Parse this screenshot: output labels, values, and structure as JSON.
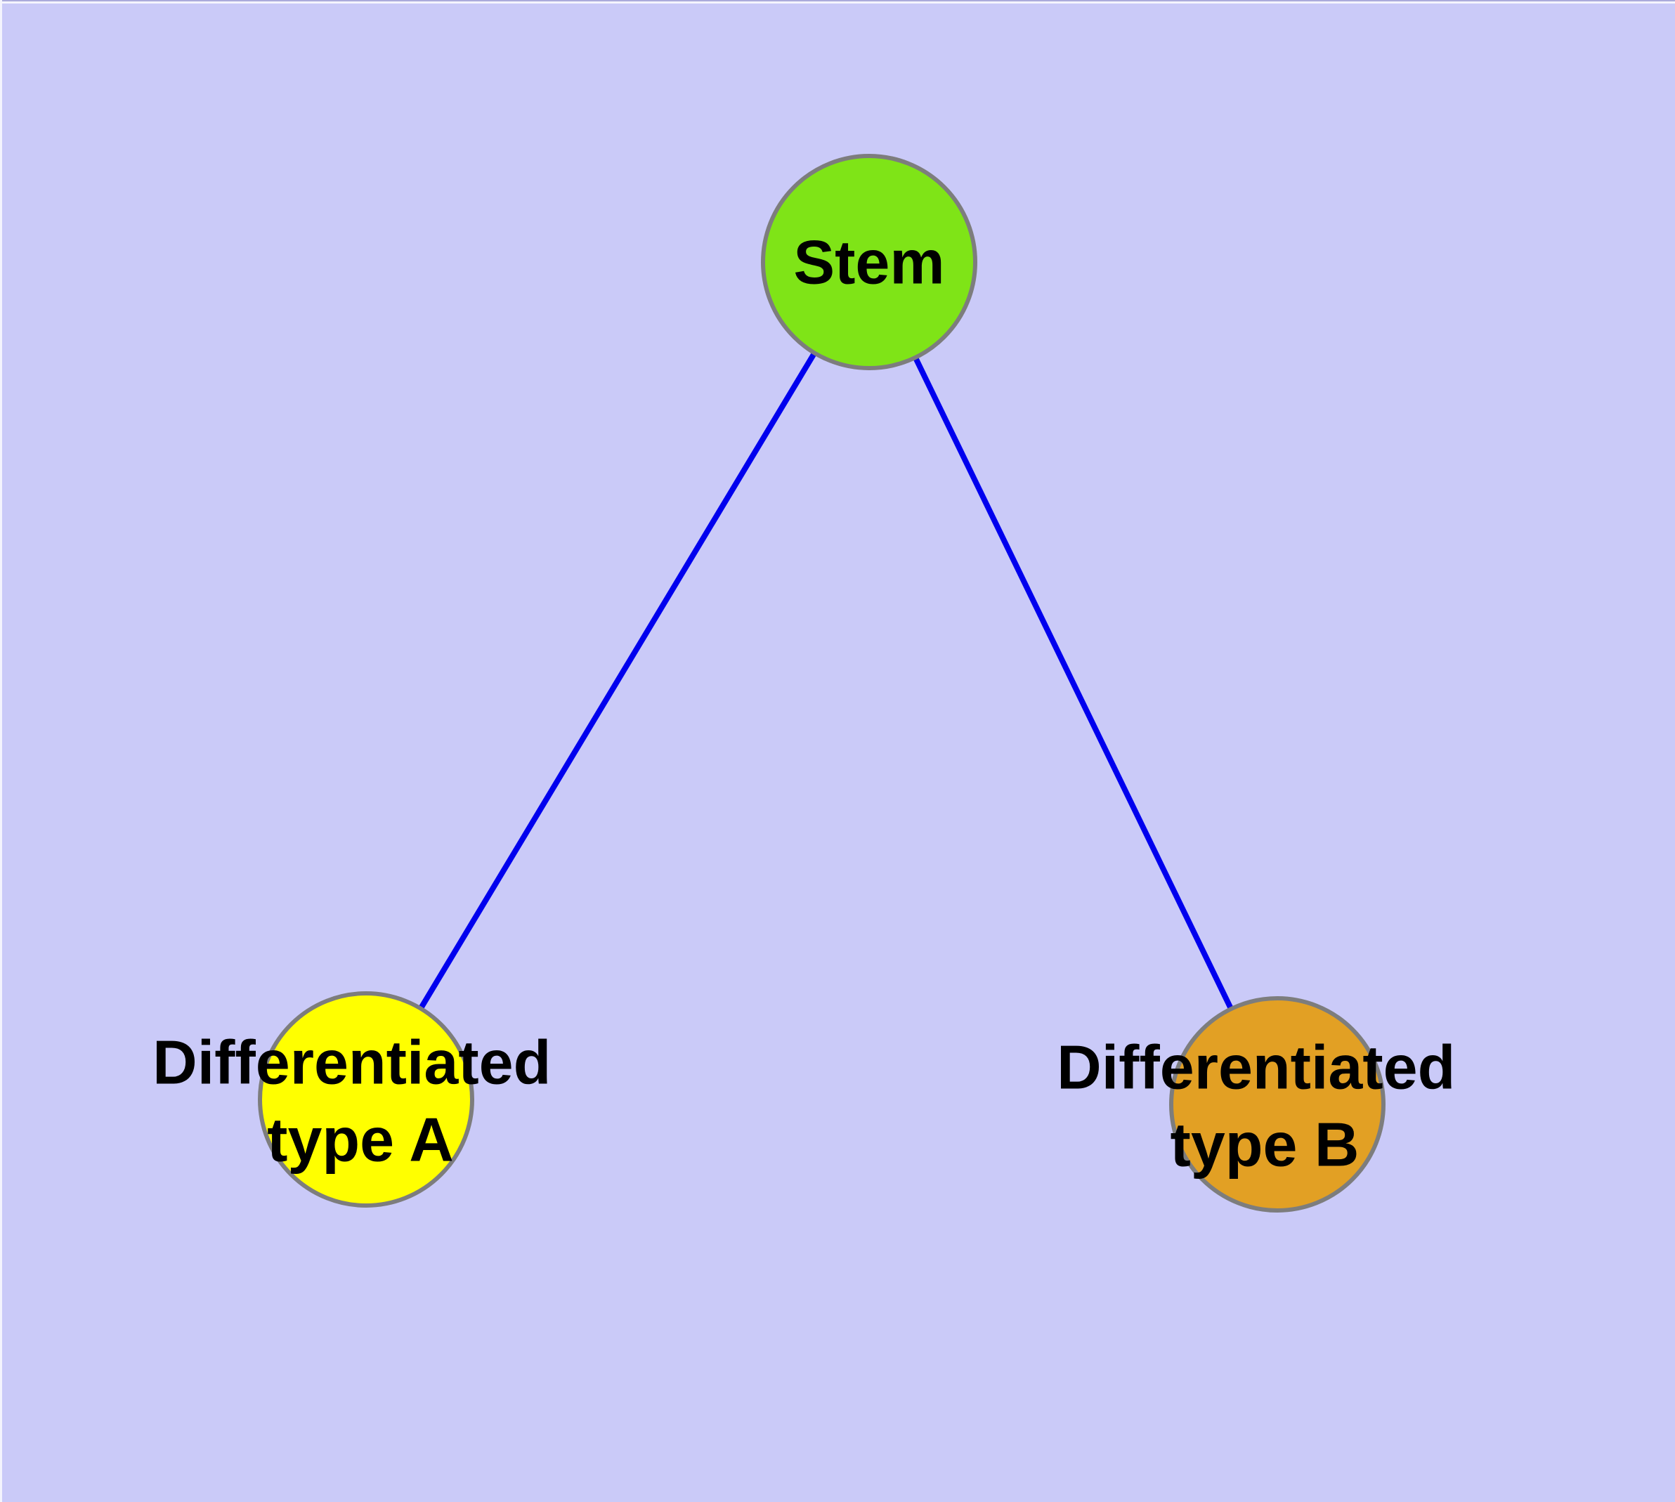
{
  "diagram": {
    "type": "network-graph",
    "background_color": "#cacaf8",
    "edge_color": "#0000ee",
    "node_border_color": "#7d7d7d",
    "label_color": "#000000",
    "nodes": {
      "stem": {
        "label": "Stem",
        "color": "#7fe417"
      },
      "type_a": {
        "line1": "Differentiated",
        "line2": "type A",
        "color": "#ffff00"
      },
      "type_b": {
        "line1": "Differentiated",
        "line2": "type B",
        "color": "#e2a024"
      }
    },
    "edges": [
      {
        "from": "Stem",
        "to": "Differentiated type A"
      },
      {
        "from": "Stem",
        "to": "Differentiated type B"
      }
    ]
  }
}
